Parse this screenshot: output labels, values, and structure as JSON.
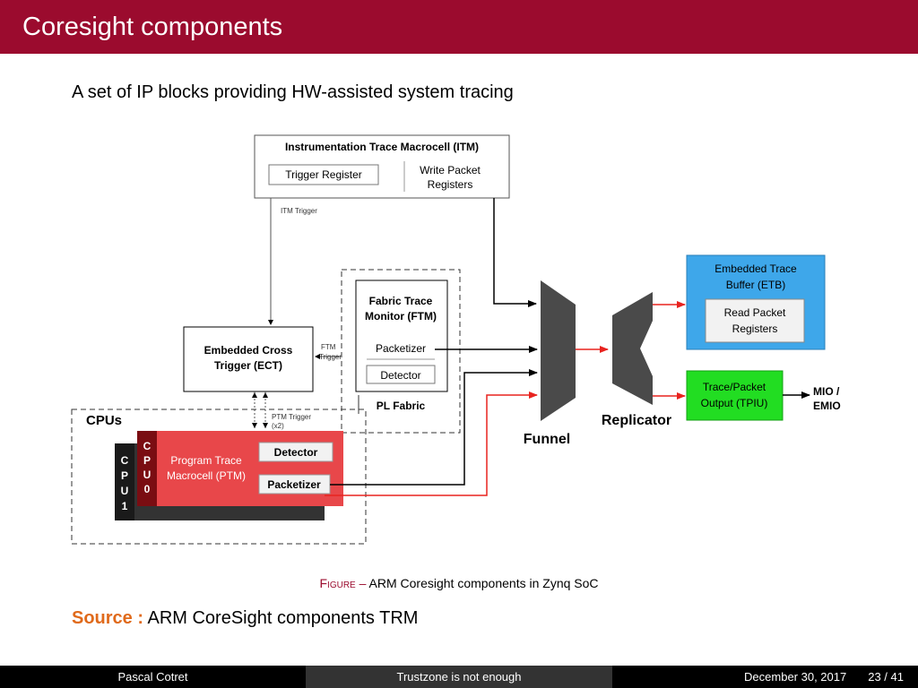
{
  "slide": {
    "title": "Coresight components",
    "subtitle": "A set of IP blocks providing HW-assisted system tracing"
  },
  "diagram": {
    "itm": {
      "title": "Instrumentation Trace Macrocell (ITM)",
      "trigger_register": "Trigger Register",
      "write_packet_1": "Write Packet",
      "write_packet_2": "Registers",
      "trigger_label": "ITM Trigger"
    },
    "ftm": {
      "title_1": "Fabric Trace",
      "title_2": "Monitor (FTM)",
      "packetizer": "Packetizer",
      "detector": "Detector",
      "pl_fabric": "PL Fabric",
      "trigger_1": "FTM",
      "trigger_2": "Trigger"
    },
    "ect": {
      "title_1": "Embedded Cross",
      "title_2": "Trigger (ECT)"
    },
    "cpus": {
      "label": "CPUs",
      "cpu1": [
        "C",
        "P",
        "U",
        "1"
      ],
      "cpu0": [
        "C",
        "P",
        "U",
        "0"
      ],
      "ptm_1": "Program Trace",
      "ptm_2": "Macrocell (PTM)",
      "detector": "Detector",
      "packetizer": "Packetizer",
      "ptm_trigger_1": "PTM Trigger",
      "ptm_trigger_2": "(x2)"
    },
    "funnel": "Funnel",
    "replicator": "Replicator",
    "etb": {
      "title_1": "Embedded Trace",
      "title_2": "Buffer (ETB)",
      "read_1": "Read Packet",
      "read_2": "Registers"
    },
    "tpiu": {
      "title_1": "Trace/Packet",
      "title_2": "Output (TPIU)"
    },
    "mio": {
      "line_1": "MIO /",
      "line_2": "EMIO"
    },
    "colors": {
      "red": "#e8231f",
      "etb_blue": "#3ea7ea",
      "tpiu_green": "#22dd22",
      "ptm_red": "#e8474a",
      "cpu_dark": "#1a1a1a"
    }
  },
  "caption": {
    "figure_label": "Figure –",
    "text": "ARM Coresight components in Zynq SoC"
  },
  "source": {
    "label": "Source :",
    "text": "ARM CoreSight components TRM"
  },
  "footer": {
    "author": "Pascal Cotret",
    "talk": "Trustzone is not enough",
    "date": "December 30, 2017",
    "page": "23 / 41"
  }
}
